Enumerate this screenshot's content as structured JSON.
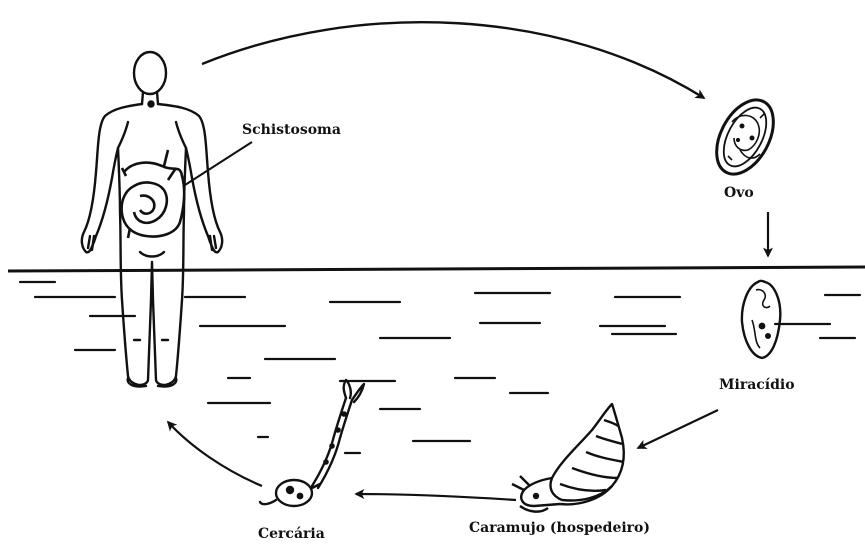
{
  "labels": {
    "schistosoma": "Schistosoma",
    "ovo": "Ovo",
    "miracidio": "Miracídio",
    "caramujo": "Caramujo (hospedeiro)",
    "cercaria": "Cercária"
  },
  "colors": {
    "ink": "#111111",
    "background": "#ffffff"
  }
}
